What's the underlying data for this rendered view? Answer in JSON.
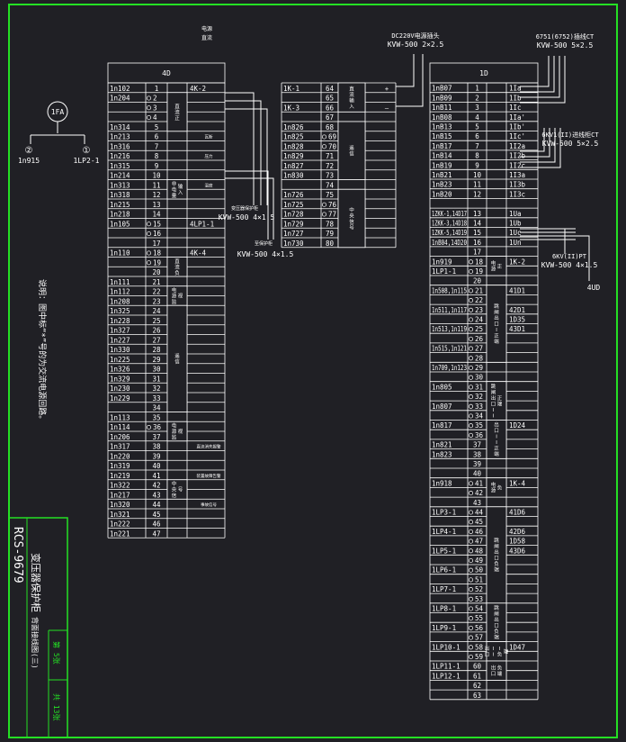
{
  "colors": {
    "background": "#202025",
    "border": "#24e024",
    "line": "#ffffff",
    "text": "#ffffff",
    "title_text": "#ffffff",
    "page_number": "#24e024"
  },
  "top_labels": {
    "upper": "电源",
    "lower": "直流"
  },
  "switch_symbol": {
    "label": "1FA",
    "left_num": "②",
    "left_label": "1n915",
    "right_num": "①",
    "right_label": "1LP2-1"
  },
  "vertical_note": "说明：图中标“*”号的为交流电源回路。",
  "cable_labels": {
    "dc": "DC220V电源插头",
    "dc_cable": "KVW-500 2×2.5",
    "ct": "6751(6752)插线CT",
    "ct_cable": "KVW-500 5×2.5",
    "ct2": "6KV1(II)进线柜CT",
    "ct2_cable": "KVW-500 5×2.5",
    "pt": "6KV(II)PT",
    "pt_cable": "KVW-500 4×1.5",
    "out": "4UD",
    "lbl4d1": "变压器保护柜",
    "cable4d1": "KVW-500 4×1.5",
    "lbl4d2": "至保护柜",
    "cable4d2": "KVW-500 4×1.5"
  },
  "terminal_4d": {
    "title": "4D",
    "rows": [
      {
        "l": "1n102",
        "n": "1",
        "o": false,
        "r": "4K-2"
      },
      {
        "l": "1n204",
        "n": "2",
        "o": true,
        "r": ""
      },
      {
        "l": "",
        "n": "3",
        "o": true,
        "r": ""
      },
      {
        "l": "",
        "n": "4",
        "o": true,
        "r": ""
      },
      {
        "l": "1n314",
        "n": "5",
        "o": false,
        "r": ""
      },
      {
        "l": "1n213",
        "n": "6",
        "o": false,
        "r": ""
      },
      {
        "l": "1n316",
        "n": "7",
        "o": false,
        "r": ""
      },
      {
        "l": "1n216",
        "n": "8",
        "o": false,
        "r": ""
      },
      {
        "l": "1n315",
        "n": "9",
        "o": false,
        "r": ""
      },
      {
        "l": "1n214",
        "n": "10",
        "o": false,
        "r": ""
      },
      {
        "l": "1n313",
        "n": "11",
        "o": false,
        "r": ""
      },
      {
        "l": "1n318",
        "n": "12",
        "o": false,
        "r": ""
      },
      {
        "l": "1n215",
        "n": "13",
        "o": false,
        "r": ""
      },
      {
        "l": "1n218",
        "n": "14",
        "o": false,
        "r": ""
      },
      {
        "l": "1n105",
        "n": "15",
        "o": true,
        "r": "4LP1-1"
      },
      {
        "l": "",
        "n": "16",
        "o": true,
        "r": ""
      },
      {
        "l": "",
        "n": "17",
        "o": false,
        "r": ""
      },
      {
        "l": "1n110",
        "n": "18",
        "o": true,
        "r": "4K-4"
      },
      {
        "l": "",
        "n": "19",
        "o": true,
        "r": ""
      },
      {
        "l": "",
        "n": "20",
        "o": false,
        "r": ""
      },
      {
        "l": "1n111",
        "n": "21",
        "o": false,
        "r": ""
      },
      {
        "l": "1n112",
        "n": "22",
        "o": false,
        "r": ""
      },
      {
        "l": "1n208",
        "n": "23",
        "o": false,
        "r": ""
      },
      {
        "l": "1n325",
        "n": "24",
        "o": false,
        "r": ""
      },
      {
        "l": "1n228",
        "n": "25",
        "o": false,
        "r": ""
      },
      {
        "l": "1n327",
        "n": "26",
        "o": false,
        "r": ""
      },
      {
        "l": "1n227",
        "n": "27",
        "o": false,
        "r": ""
      },
      {
        "l": "1n330",
        "n": "28",
        "o": false,
        "r": ""
      },
      {
        "l": "1n225",
        "n": "29",
        "o": false,
        "r": ""
      },
      {
        "l": "1n326",
        "n": "30",
        "o": false,
        "r": ""
      },
      {
        "l": "1n329",
        "n": "31",
        "o": false,
        "r": ""
      },
      {
        "l": "1n230",
        "n": "32",
        "o": false,
        "r": ""
      },
      {
        "l": "1n229",
        "n": "33",
        "o": false,
        "r": ""
      },
      {
        "l": "",
        "n": "34",
        "o": false,
        "r": ""
      },
      {
        "l": "1n113",
        "n": "35",
        "o": false,
        "r": ""
      },
      {
        "l": "1n114",
        "n": "36",
        "o": true,
        "r": ""
      },
      {
        "l": "1n206",
        "n": "37",
        "o": false,
        "r": ""
      },
      {
        "l": "1n317",
        "n": "38",
        "o": false,
        "r": ""
      },
      {
        "l": "1n220",
        "n": "39",
        "o": false,
        "r": ""
      },
      {
        "l": "1n319",
        "n": "40",
        "o": false,
        "r": ""
      },
      {
        "l": "1n219",
        "n": "41",
        "o": false,
        "r": ""
      },
      {
        "l": "1n322",
        "n": "42",
        "o": false,
        "r": ""
      },
      {
        "l": "1n217",
        "n": "43",
        "o": false,
        "r": ""
      },
      {
        "l": "1n320",
        "n": "44",
        "o": false,
        "r": ""
      },
      {
        "l": "1n321",
        "n": "45",
        "o": false,
        "r": ""
      },
      {
        "l": "1n222",
        "n": "46",
        "o": false,
        "r": ""
      },
      {
        "l": "1n221",
        "n": "47",
        "o": false,
        "r": ""
      }
    ],
    "groups": [
      {
        "from": 1,
        "to": 4,
        "label": "直流正"
      },
      {
        "from": 10,
        "to": 11,
        "label": "非电量输入"
      },
      {
        "from": 18,
        "to": 19,
        "label": "直流负"
      },
      {
        "from": 21,
        "to": 22,
        "label": "电源监视"
      },
      {
        "from": 23,
        "to": 33,
        "label": "遥信"
      },
      {
        "from": 35,
        "to": 36,
        "label": "电源监视"
      },
      {
        "from": 41,
        "to": 42,
        "label": "中央信号"
      }
    ],
    "side_notes": [
      {
        "row": 5,
        "text": "瓦斯"
      },
      {
        "row": 7,
        "text": "压力"
      },
      {
        "row": 10,
        "text": "温度"
      },
      {
        "row": 37,
        "text": "直流消失报警"
      },
      {
        "row": 40,
        "text": "装置故障告警"
      },
      {
        "row": 43,
        "text": "事故信号"
      }
    ]
  },
  "terminal_mid": {
    "rows": [
      {
        "l": "1K-1",
        "n": "64",
        "o": false
      },
      {
        "l": "",
        "n": "65",
        "o": false
      },
      {
        "l": "1K-3",
        "n": "66",
        "o": false
      },
      {
        "l": "",
        "n": "67",
        "o": false
      },
      {
        "l": "1n826",
        "n": "68",
        "o": false
      },
      {
        "l": "1n825",
        "n": "69",
        "o": true
      },
      {
        "l": "1n828",
        "n": "70",
        "o": true
      },
      {
        "l": "1n829",
        "n": "71",
        "o": false
      },
      {
        "l": "1n827",
        "n": "72",
        "o": false
      },
      {
        "l": "1n830",
        "n": "73",
        "o": false
      },
      {
        "l": "",
        "n": "74",
        "o": false
      },
      {
        "l": "1n726",
        "n": "75",
        "o": false
      },
      {
        "l": "1n725",
        "n": "76",
        "o": true
      },
      {
        "l": "1n728",
        "n": "77",
        "o": true
      },
      {
        "l": "1n729",
        "n": "78",
        "o": false
      },
      {
        "l": "1n727",
        "n": "79",
        "o": false
      },
      {
        "l": "1n730",
        "n": "80",
        "o": false
      }
    ],
    "groups": [
      {
        "from": 0,
        "to": 2,
        "label": "直流输入",
        "plus": "+",
        "minus": "—"
      },
      {
        "from": 4,
        "to": 9,
        "label": "遥信"
      },
      {
        "from": 11,
        "to": 16,
        "label": "中央信号"
      }
    ]
  },
  "terminal_1d": {
    "title": "1D",
    "rows": [
      {
        "l": "1nB07",
        "n": "1",
        "o": false,
        "r": "1Ia"
      },
      {
        "l": "1nB09",
        "n": "2",
        "o": false,
        "r": "1Ib"
      },
      {
        "l": "1nB11",
        "n": "3",
        "o": false,
        "r": "1Ic"
      },
      {
        "l": "1nB08",
        "n": "4",
        "o": false,
        "r": "1Ia'"
      },
      {
        "l": "1nB13",
        "n": "5",
        "o": false,
        "r": "1Ib'"
      },
      {
        "l": "1nB15",
        "n": "6",
        "o": false,
        "r": "1Ic'"
      },
      {
        "l": "1nB17",
        "n": "7",
        "o": false,
        "r": "1I2a"
      },
      {
        "l": "1nB14",
        "n": "8",
        "o": false,
        "r": "1I2b"
      },
      {
        "l": "1nB19",
        "n": "9",
        "o": false,
        "r": "1I2c"
      },
      {
        "l": "1nB21",
        "n": "10",
        "o": false,
        "r": "1I3a"
      },
      {
        "l": "1nB23",
        "n": "11",
        "o": false,
        "r": "1I3b"
      },
      {
        "l": "1nB20",
        "n": "12",
        "o": false,
        "r": "1I3c"
      },
      {
        "l": "",
        "n": "",
        "o": false,
        "r": ""
      },
      {
        "l": "1ZKK-1,14D17",
        "n": "13",
        "o": false,
        "r": "1Ua"
      },
      {
        "l": "1ZKK-3,14D18",
        "n": "14",
        "o": false,
        "r": "1Ub"
      },
      {
        "l": "1ZKK-5,14D19",
        "n": "15",
        "o": false,
        "r": "1Uc"
      },
      {
        "l": "1nB04,14D20",
        "n": "16",
        "o": false,
        "r": "1Un"
      },
      {
        "l": "",
        "n": "17",
        "o": false,
        "r": ""
      },
      {
        "l": "1n919",
        "n": "18",
        "o": true,
        "r": "1K-2"
      },
      {
        "l": "1LP1-1",
        "n": "19",
        "o": true,
        "r": ""
      },
      {
        "l": "",
        "n": "20",
        "o": false,
        "r": ""
      },
      {
        "l": "1n508,1n115",
        "n": "21",
        "o": true,
        "r": "41D1"
      },
      {
        "l": "",
        "n": "22",
        "o": true,
        "r": ""
      },
      {
        "l": "1n511,1n117",
        "n": "23",
        "o": true,
        "r": "42D1"
      },
      {
        "l": "",
        "n": "24",
        "o": true,
        "r": "1D35"
      },
      {
        "l": "1n513,1n119",
        "n": "25",
        "o": true,
        "r": "43D1"
      },
      {
        "l": "",
        "n": "26",
        "o": true,
        "r": ""
      },
      {
        "l": "1n515,1n121",
        "n": "27",
        "o": true,
        "r": ""
      },
      {
        "l": "",
        "n": "28",
        "o": true,
        "r": ""
      },
      {
        "l": "1n709,1n123",
        "n": "29",
        "o": true,
        "r": ""
      },
      {
        "l": "",
        "n": "30",
        "o": true,
        "r": ""
      },
      {
        "l": "1n805",
        "n": "31",
        "o": true,
        "r": ""
      },
      {
        "l": "",
        "n": "32",
        "o": true,
        "r": ""
      },
      {
        "l": "1n807",
        "n": "33",
        "o": true,
        "r": ""
      },
      {
        "l": "",
        "n": "34",
        "o": true,
        "r": ""
      },
      {
        "l": "1n817",
        "n": "35",
        "o": true,
        "r": "1D24"
      },
      {
        "l": "",
        "n": "36",
        "o": true,
        "r": ""
      },
      {
        "l": "1n821",
        "n": "37",
        "o": false,
        "r": ""
      },
      {
        "l": "1n823",
        "n": "38",
        "o": false,
        "r": ""
      },
      {
        "l": "",
        "n": "39",
        "o": false,
        "r": ""
      },
      {
        "l": "",
        "n": "40",
        "o": false,
        "r": ""
      },
      {
        "l": "1n918",
        "n": "41",
        "o": true,
        "r": "1K-4"
      },
      {
        "l": "",
        "n": "42",
        "o": true,
        "r": ""
      },
      {
        "l": "",
        "n": "43",
        "o": false,
        "r": ""
      },
      {
        "l": "1LP3-1",
        "n": "44",
        "o": true,
        "r": "41D6"
      },
      {
        "l": "",
        "n": "45",
        "o": true,
        "r": ""
      },
      {
        "l": "1LP4-1",
        "n": "46",
        "o": true,
        "r": "42D6"
      },
      {
        "l": "",
        "n": "47",
        "o": true,
        "r": "1D58"
      },
      {
        "l": "1LP5-1",
        "n": "48",
        "o": true,
        "r": "43D6"
      },
      {
        "l": "",
        "n": "49",
        "o": true,
        "r": ""
      },
      {
        "l": "1LP6-1",
        "n": "50",
        "o": true,
        "r": ""
      },
      {
        "l": "",
        "n": "51",
        "o": true,
        "r": ""
      },
      {
        "l": "1LP7-1",
        "n": "52",
        "o": true,
        "r": ""
      },
      {
        "l": "",
        "n": "53",
        "o": true,
        "r": ""
      },
      {
        "l": "1LP8-1",
        "n": "54",
        "o": true,
        "r": ""
      },
      {
        "l": "",
        "n": "55",
        "o": true,
        "r": ""
      },
      {
        "l": "1LP9-1",
        "n": "56",
        "o": true,
        "r": ""
      },
      {
        "l": "",
        "n": "57",
        "o": true,
        "r": ""
      },
      {
        "l": "1LP10-1",
        "n": "58",
        "o": true,
        "r": "1D47"
      },
      {
        "l": "",
        "n": "59",
        "o": true,
        "r": ""
      },
      {
        "l": "1LP11-1",
        "n": "60",
        "o": false,
        "r": ""
      },
      {
        "l": "1LP12-1",
        "n": "61",
        "o": false,
        "r": ""
      },
      {
        "l": "",
        "n": "62",
        "o": false,
        "r": ""
      },
      {
        "l": "",
        "n": "63",
        "o": false,
        "r": ""
      }
    ],
    "groups": [
      {
        "from": 18,
        "to": 19,
        "label": "电源正"
      },
      {
        "from": 21,
        "to": 28,
        "label": "跳闸出口I正端"
      },
      {
        "from": 31,
        "to": 34,
        "label": "跳闸出口II正端"
      },
      {
        "from": 35,
        "to": 38,
        "label": "出口II正端"
      },
      {
        "from": 41,
        "to": 42,
        "label": "电源负"
      },
      {
        "from": 44,
        "to": 53,
        "label": "跳闸出口负端"
      },
      {
        "from": 54,
        "to": 57,
        "label": "跳闸出口负端"
      },
      {
        "from": 58,
        "to": 59,
        "label": "出口III负端"
      },
      {
        "from": 60,
        "to": 61,
        "label": "出口负端"
      }
    ]
  },
  "title_block": {
    "model": "RCS-9679",
    "name": "变压器保护柜",
    "subtitle": "背面接线图(三)",
    "page_label": "第 5张",
    "total_label": "共 13张"
  }
}
